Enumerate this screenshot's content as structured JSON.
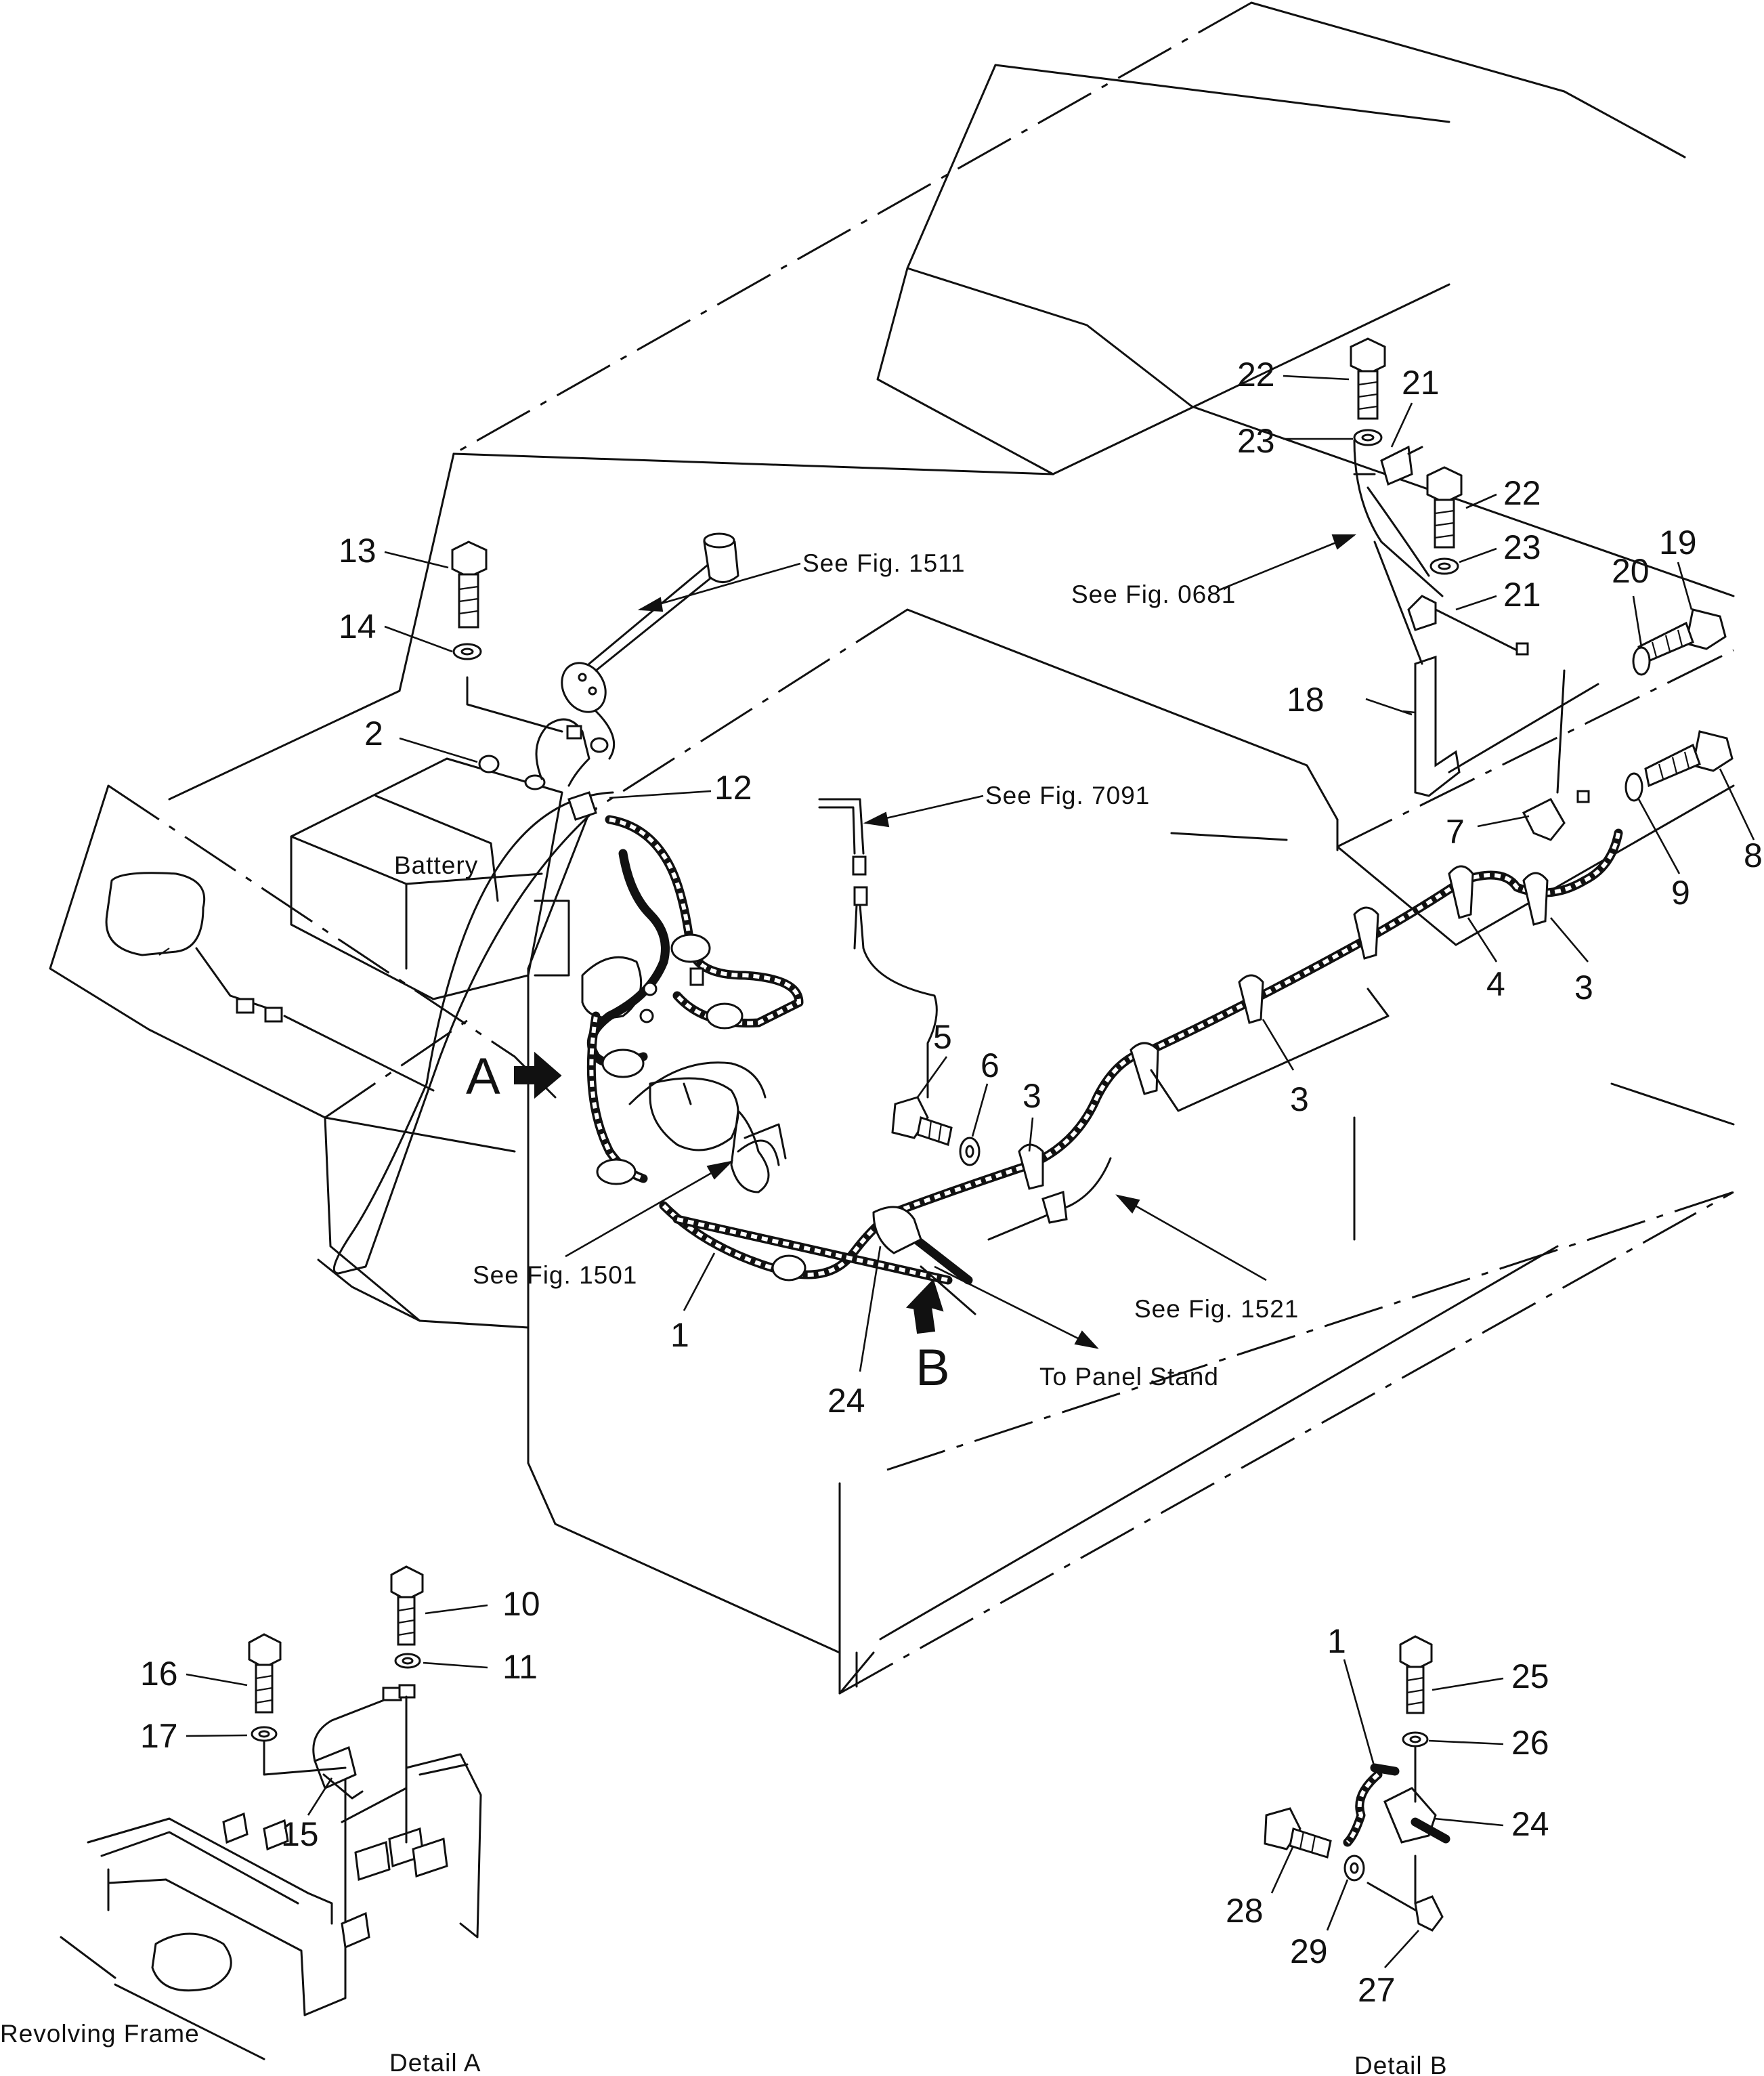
{
  "labels": {
    "battery": "Battery",
    "revolving_frame": "Revolving Frame",
    "detail_a": "Detail A",
    "detail_b": "Detail B",
    "to_panel_stand": "To Panel Stand",
    "view_a": "A",
    "view_b": "B"
  },
  "references": {
    "fig_1511": "See Fig. 1511",
    "fig_0681": "See Fig. 0681",
    "fig_7091": "See Fig. 7091",
    "fig_1501": "See Fig. 1501",
    "fig_1521": "See Fig. 1521"
  },
  "callouts": {
    "c1": "1",
    "c1b": "1",
    "c2": "2",
    "c3a": "3",
    "c3b": "3",
    "c3c": "3",
    "c4": "4",
    "c5": "5",
    "c6": "6",
    "c7": "7",
    "c8": "8",
    "c9": "9",
    "c10": "10",
    "c11": "11",
    "c12": "12",
    "c13": "13",
    "c14": "14",
    "c15": "15",
    "c16": "16",
    "c17": "17",
    "c18": "18",
    "c19": "19",
    "c20": "20",
    "c21a": "21",
    "c21b": "21",
    "c22a": "22",
    "c22b": "22",
    "c23a": "23",
    "c23b": "23",
    "c24a": "24",
    "c24b": "24",
    "c25": "25",
    "c26": "26",
    "c27": "27",
    "c28": "28",
    "c29": "29"
  },
  "icons": {
    "arrow_a": "filled-arrow-right-icon",
    "arrow_b": "filled-arrow-up-icon",
    "bolt": "hex-bolt-icon",
    "washer": "washer-icon",
    "clamp": "clamp-icon"
  }
}
